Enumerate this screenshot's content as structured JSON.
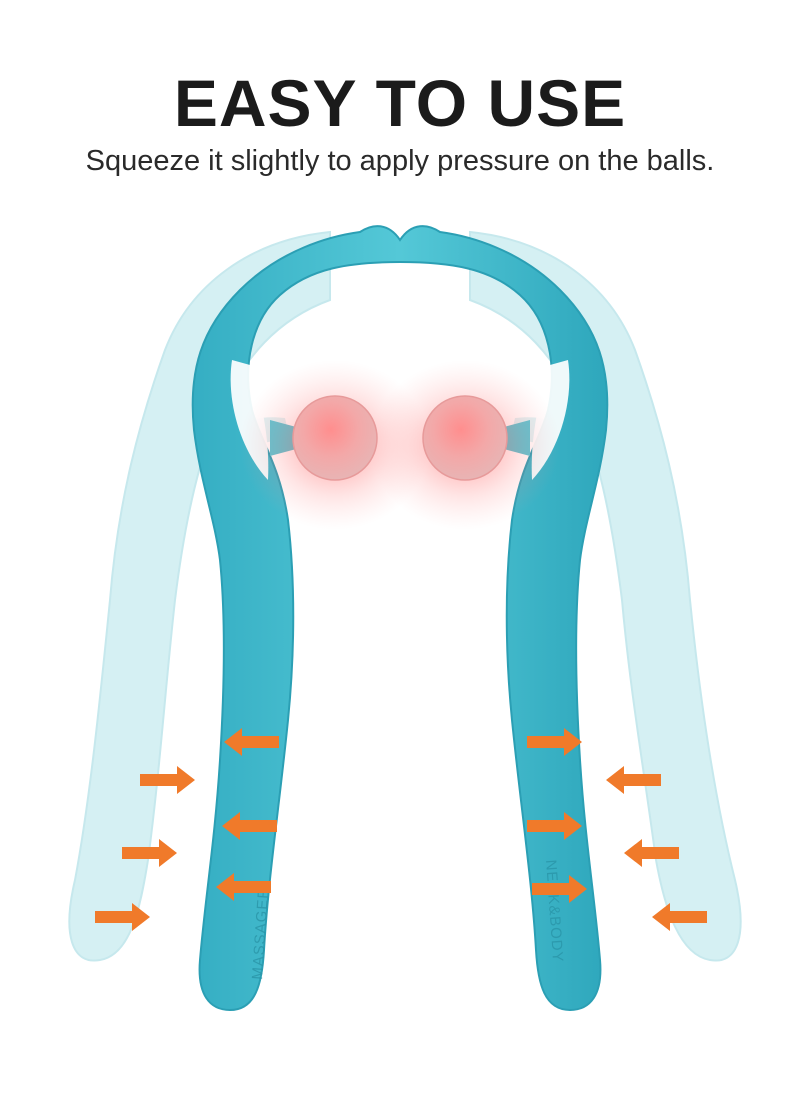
{
  "header": {
    "title": "EASY TO USE",
    "subtitle": "Squeeze it slightly to apply pressure on the balls."
  },
  "product": {
    "left_engraving": "MASSAGER",
    "right_engraving": "NECK&BODY"
  },
  "colors": {
    "massager_primary": "#3fb9cc",
    "massager_ghost": "#c9ecef",
    "ball": "#f2a6a6",
    "arrow": "#f07a2a",
    "text": "#1b1b1b"
  },
  "icons": {
    "arrow_left": "arrow-left-icon",
    "arrow_right": "arrow-right-icon"
  }
}
